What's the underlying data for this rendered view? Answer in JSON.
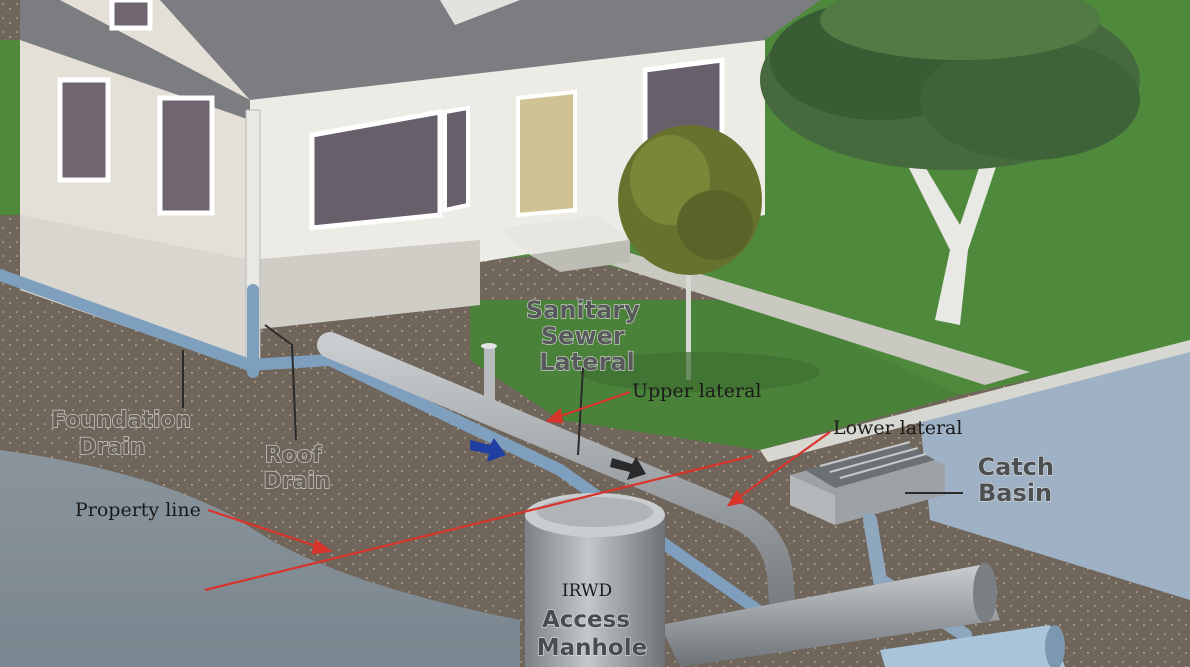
{
  "labels": {
    "sanitary_sewer_lateral": [
      "Sanitary",
      "Sewer",
      "Lateral"
    ],
    "upper_lateral": "Upper lateral",
    "lower_lateral": "Lower lateral",
    "catch_basin": [
      "Catch",
      "Basin"
    ],
    "foundation_drain": [
      "Foundation",
      "Drain"
    ],
    "roof_drain": [
      "Roof",
      "Drain"
    ],
    "property_line": "Property line",
    "manhole": [
      "IRWD",
      "Access",
      "Manhole"
    ]
  },
  "colors": {
    "pointer_red": "#d9342b",
    "flow_arrow_blue": "#1f3fa3",
    "flow_arrow_dark": "#2a2a2a",
    "grass": "#4f8a3c",
    "soil": "#6f655a",
    "pipe": "#9a9fa3"
  }
}
